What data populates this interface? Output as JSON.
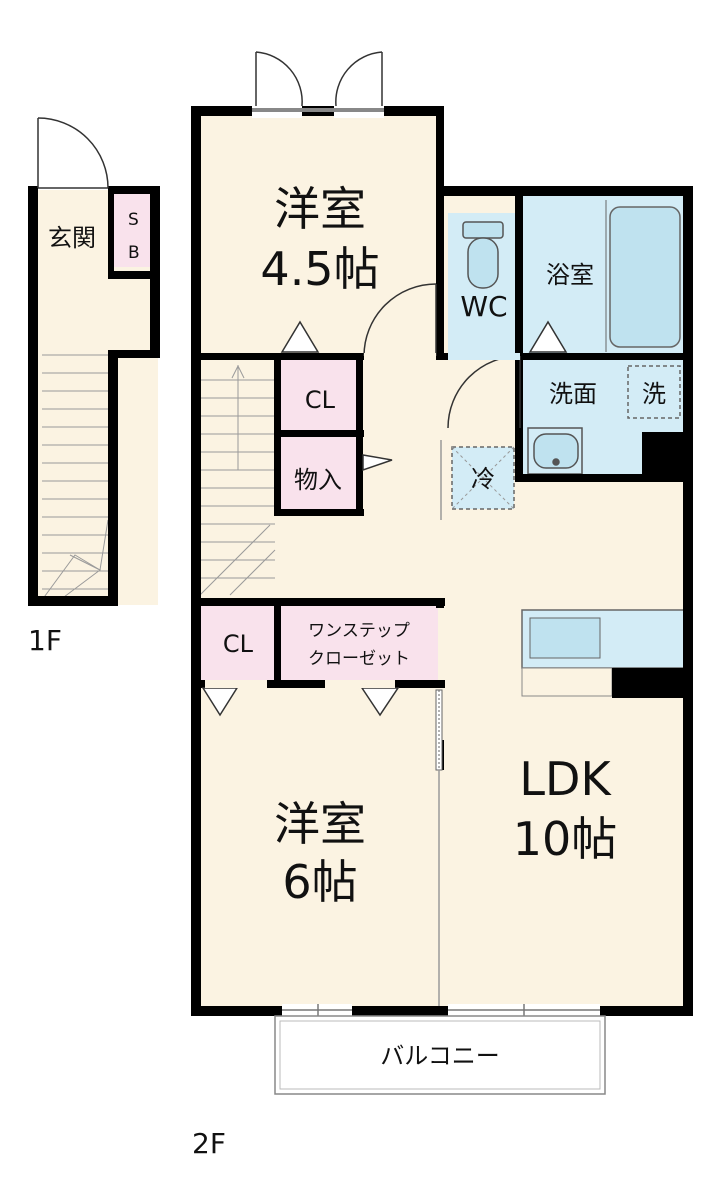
{
  "floor_labels": {
    "first": "1F",
    "second": "2F"
  },
  "rooms": {
    "western_4_5": {
      "name": "洋室",
      "size": "4.5帖"
    },
    "western_6": {
      "name": "洋室",
      "size": "6帖"
    },
    "ldk": {
      "name": "LDK",
      "size": "10帖"
    },
    "bath": "浴室",
    "washroom": "洗面",
    "washer": "洗",
    "wc": "WC",
    "fridge": "冷",
    "storage": "物入",
    "closet_upper": "CL",
    "closet_lower": "CL",
    "one_step_closet": [
      "ワンステップ",
      "クローゼット"
    ],
    "entrance": "玄関",
    "shoe_box": [
      "S",
      "B"
    ],
    "balcony": "バルコニー"
  },
  "colors": {
    "floor": "#fbf3e2",
    "wet_area": "#d3ecf6",
    "storage": "#f9e2ec",
    "wall": "#000000",
    "fixture_fill": "#bfe2ef"
  }
}
